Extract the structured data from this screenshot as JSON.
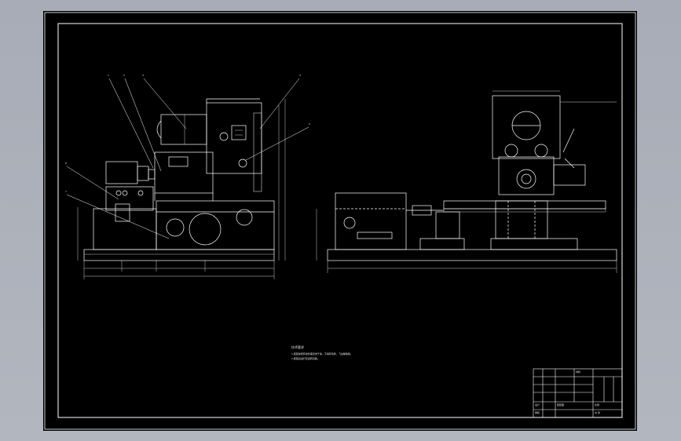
{
  "drawing": {
    "background": "#000000",
    "line_color": "#ffffff",
    "frame_color": "#ffffff"
  },
  "notes": {
    "heading": "技术要求",
    "line1": "1.装配前所有零件需清洗干净，不得有毛刺、飞边等缺陷。",
    "line2": "2.装配后进行空运转试验。"
  },
  "title_block": {
    "label_design": "设计",
    "label_check": "审核",
    "label_scale": "比例",
    "label_sheet": "共 张",
    "label_material": "材料",
    "label_drawing": "装配图"
  },
  "callouts": [
    "1",
    "2",
    "3",
    "4",
    "5",
    "6",
    "7"
  ]
}
